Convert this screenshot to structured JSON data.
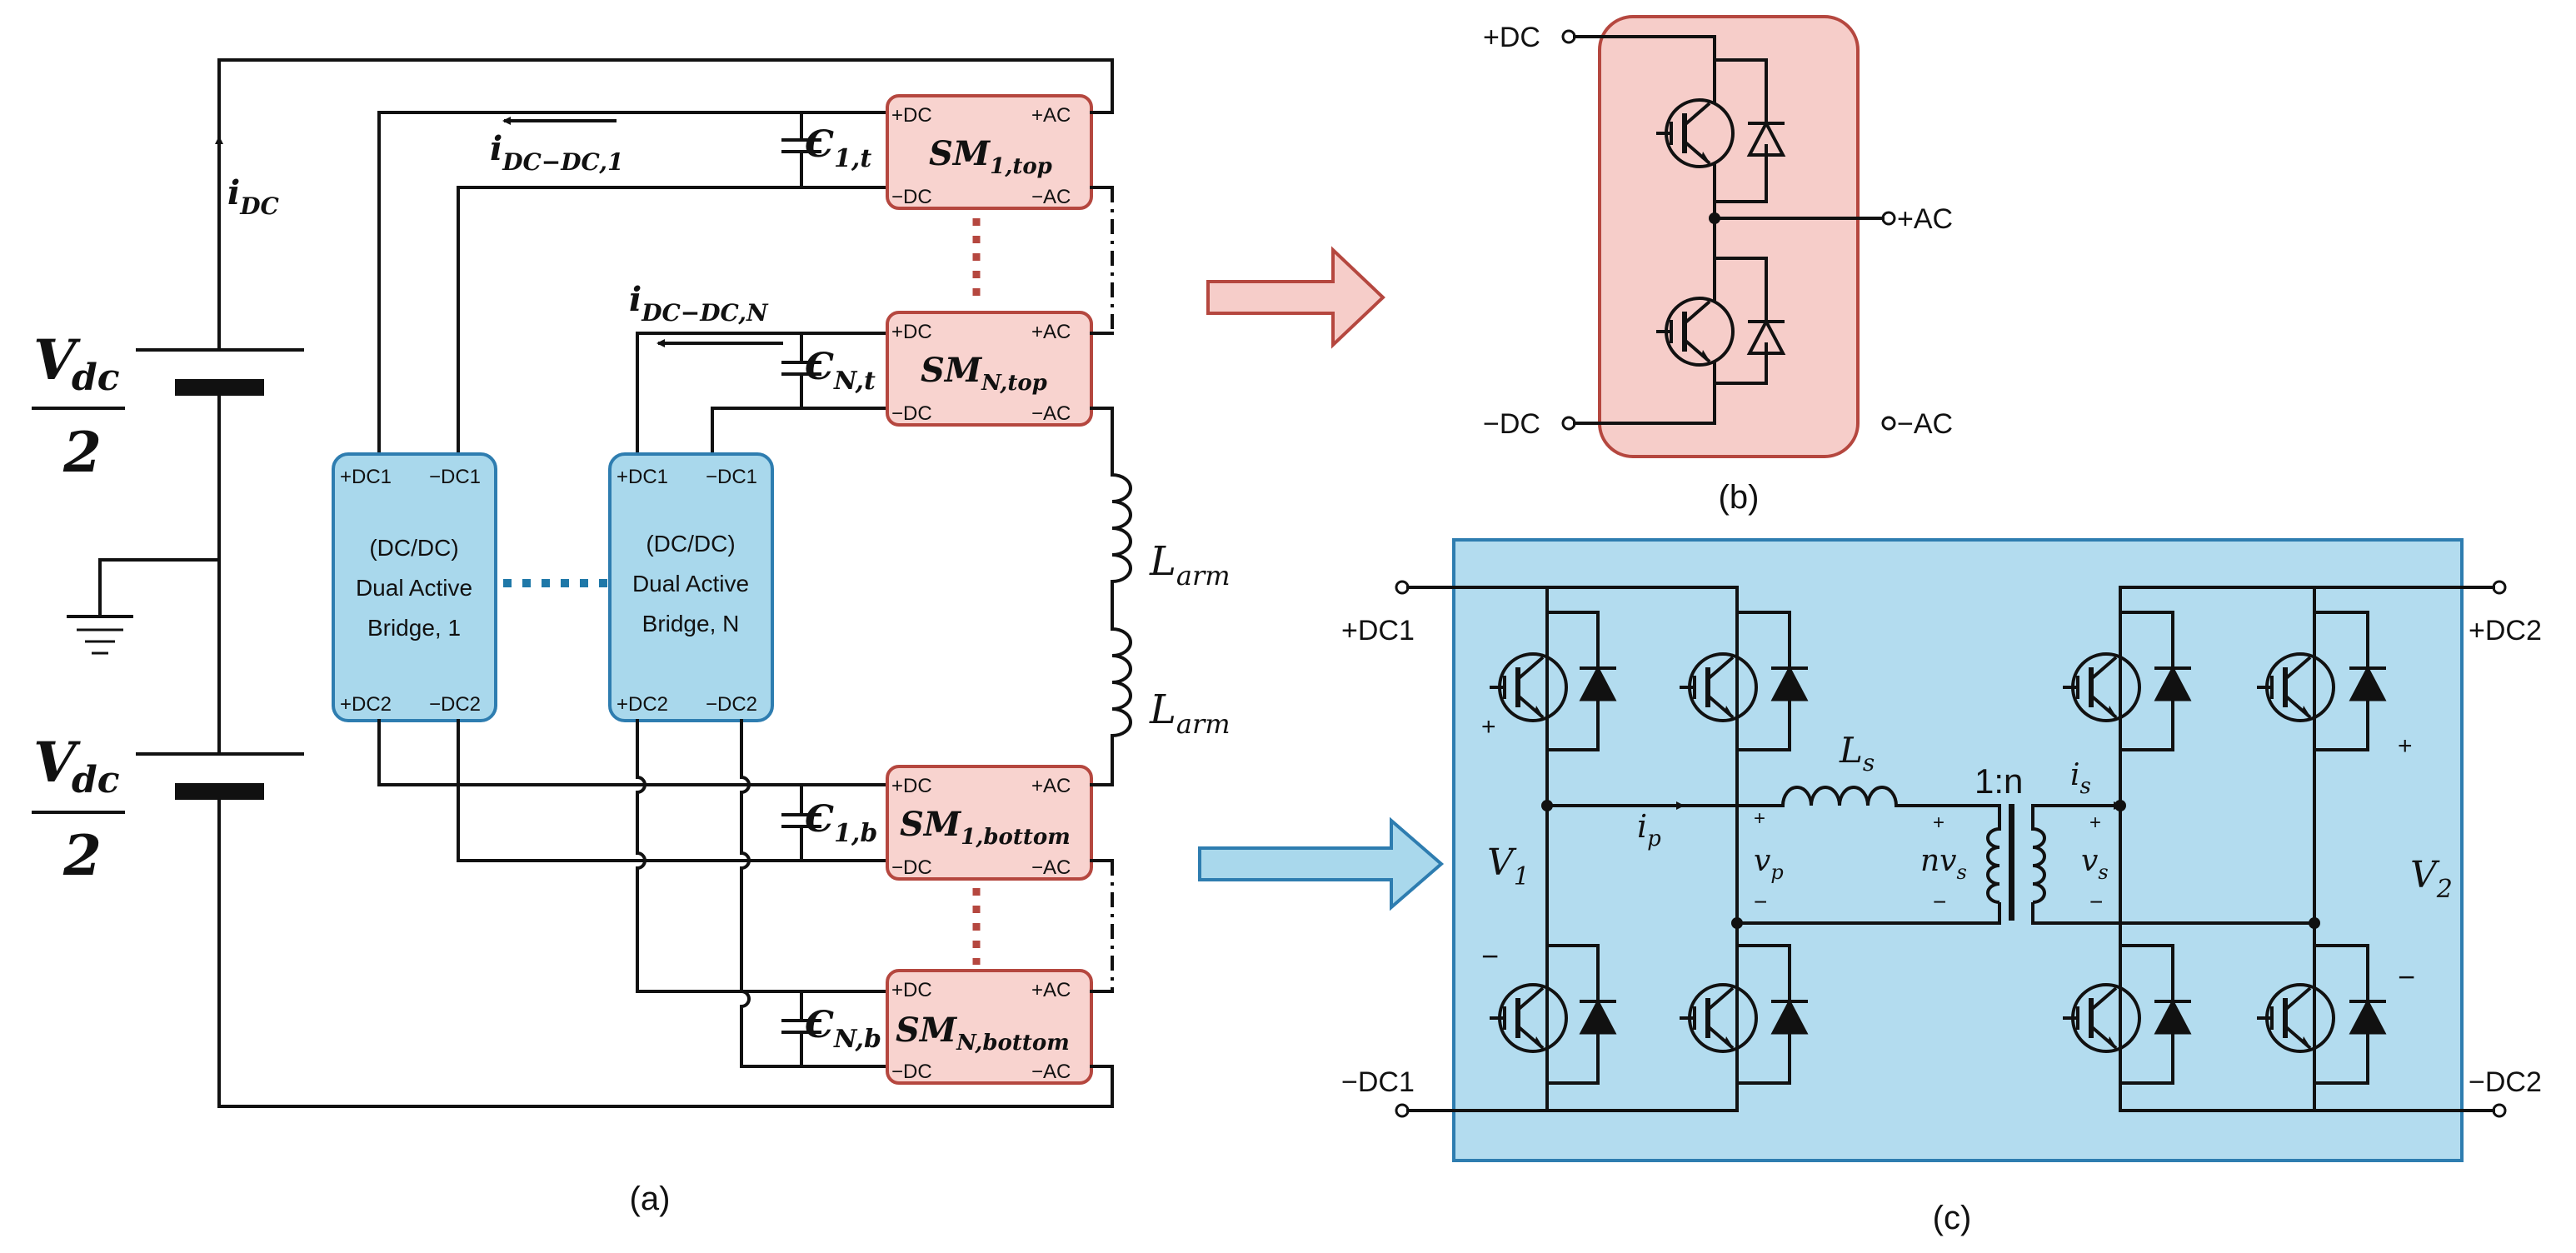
{
  "panel_a": {
    "caption": "(a)",
    "voltage_top": {
      "num": "V",
      "sub": "dc",
      "den": "2"
    },
    "voltage_bottom": {
      "num": "V",
      "sub": "dc",
      "den": "2"
    },
    "current_dc": {
      "main": "i",
      "sub": "DC"
    },
    "current_dcdc_1": {
      "main": "i",
      "sub": "DC−DC,1"
    },
    "current_dcdc_n": {
      "main": "i",
      "sub": "DC−DC,N"
    },
    "dab_1": {
      "line1": "(DC/DC)",
      "line2": "Dual Active",
      "line3": "Bridge, 1",
      "pdc1": "+DC1",
      "ndc1": "−DC1",
      "pdc2": "+DC2",
      "ndc2": "−DC2"
    },
    "dab_n": {
      "line1": "(DC/DC)",
      "line2": "Dual Active",
      "line3": "Bridge, N",
      "pdc1": "+DC1",
      "ndc1": "−DC1",
      "pdc2": "+DC2",
      "ndc2": "−DC2"
    },
    "submodules": [
      {
        "main": "SM",
        "sub": "1,top",
        "cap_main": "C",
        "cap_sub": "1,t"
      },
      {
        "main": "SM",
        "sub": "N,top",
        "cap_main": "C",
        "cap_sub": "N,t"
      },
      {
        "main": "SM",
        "sub": "1,bottom",
        "cap_main": "C",
        "cap_sub": "1,b"
      },
      {
        "main": "SM",
        "sub": "N,bottom",
        "cap_main": "C",
        "cap_sub": "N,b"
      }
    ],
    "sm_terminals": {
      "pdc": "+DC",
      "pac": "+AC",
      "ndc": "−DC",
      "nac": "−AC"
    },
    "inductor_top": {
      "main": "L",
      "sub": "arm"
    },
    "inductor_bottom": {
      "main": "L",
      "sub": "arm"
    }
  },
  "panel_b": {
    "caption": "(b)",
    "pdc": "+DC",
    "ndc": "−DC",
    "pac": "+AC",
    "nac": "−AC"
  },
  "panel_c": {
    "caption": "(c)",
    "pdc1": "+DC1",
    "ndc1": "−DC1",
    "pdc2": "+DC2",
    "ndc2": "−DC2",
    "v1": {
      "main": "V",
      "sub": "1"
    },
    "v2": {
      "main": "V",
      "sub": "2"
    },
    "ip": {
      "main": "i",
      "sub": "p"
    },
    "is": {
      "main": "i",
      "sub": "s"
    },
    "ls": {
      "main": "L",
      "sub": "s"
    },
    "vp": {
      "main": "v",
      "sub": "p"
    },
    "vs": {
      "main": "v",
      "sub": "s"
    },
    "nvs": {
      "main": "nv",
      "sub": "s"
    },
    "ratio": "1:n",
    "plus": "+",
    "minus": "−"
  },
  "colors": {
    "sm_fill": "#f8d3cf",
    "sm_stroke": "#b5473f",
    "dab_fill": "#a9d8ec",
    "dab_stroke": "#2e7db0",
    "panel_b_fill": "#f6cdc9",
    "panel_c_fill": "#b3dcef",
    "dots_red": "#b5473f",
    "dots_blue": "#1f78a8"
  },
  "icons": [
    "ground-icon",
    "battery-icon",
    "igbt-icon",
    "diode-icon",
    "inductor-icon",
    "capacitor-icon",
    "transformer-icon",
    "arrow-icon"
  ]
}
